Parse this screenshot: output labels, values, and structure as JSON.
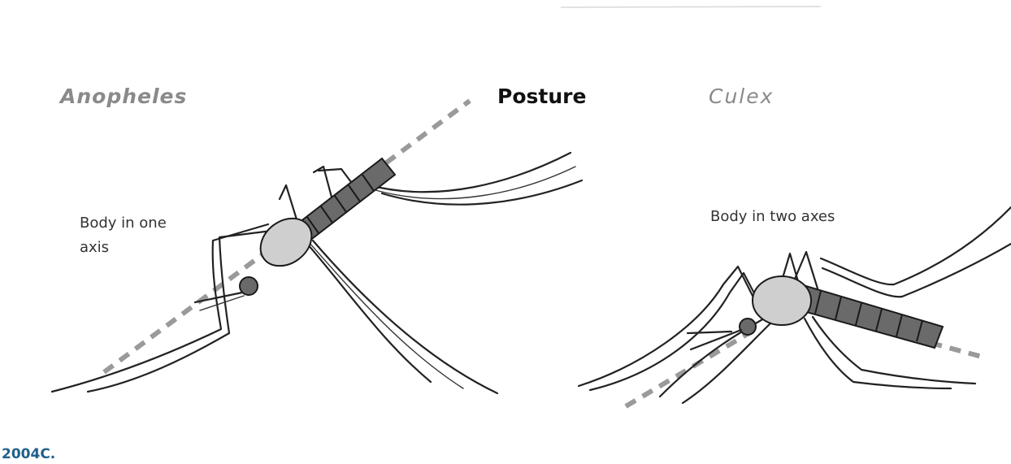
{
  "labels": {
    "anopheles": "Anopheles",
    "posture": "Posture",
    "culex": "Culex",
    "anopheles_note": "Body in one axis",
    "culex_note": "Body in two axes"
  },
  "caption": "2004C."
}
